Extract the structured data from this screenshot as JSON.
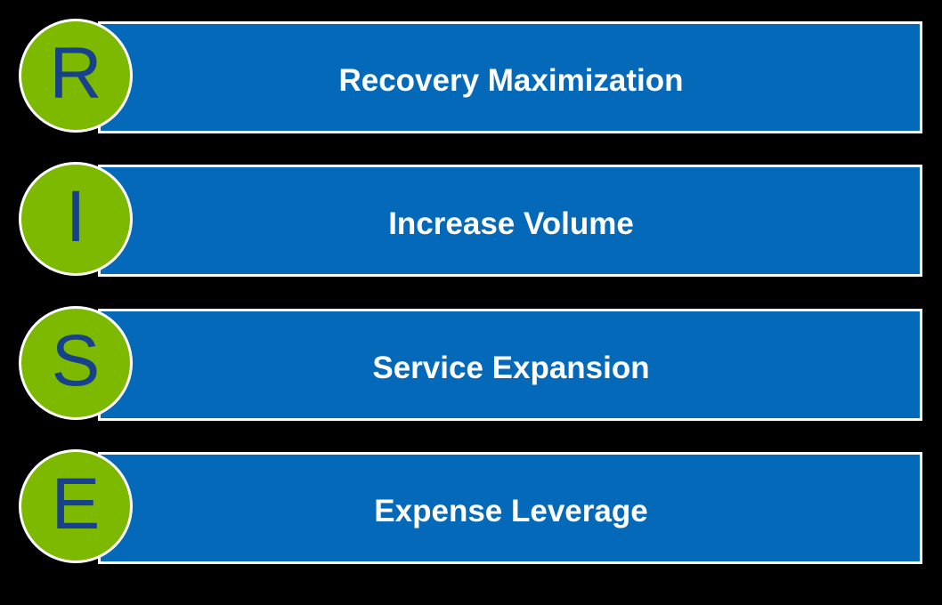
{
  "diagram": {
    "acronym": "RISE",
    "background_color": "#000000",
    "bar_color": "#0569B9",
    "bar_border_color": "#FFFFFF",
    "badge_color": "#7DB900",
    "badge_border_color": "#FFFFFF",
    "badge_letter_color": "#17418B",
    "label_color": "#FFFFFF",
    "rows": [
      {
        "letter": "R",
        "label": "Recovery Maximization"
      },
      {
        "letter": "I",
        "label": "Increase Volume"
      },
      {
        "letter": "S",
        "label": "Service Expansion"
      },
      {
        "letter": "E",
        "label": "Expense Leverage"
      }
    ]
  }
}
